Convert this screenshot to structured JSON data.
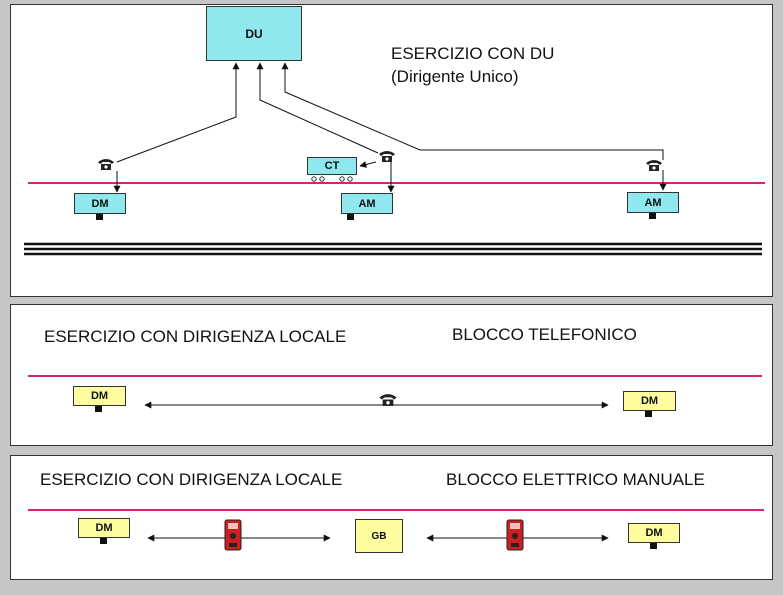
{
  "colors": {
    "background": "#c6c6c6",
    "panel": "#ffffff",
    "track": "#d8246f",
    "cyan_box": "#8ee8ee",
    "yellow_box": "#fdfda0",
    "red_device": "#cc2020"
  },
  "panel1": {
    "title": "ESERCIZIO CON DU",
    "subtitle": "(Dirigente Unico)",
    "du_label": "DU",
    "ct_label": "CT",
    "station_left": "DM",
    "station_mid": "AM",
    "station_right": "AM",
    "phone_icon": "telephone-icon"
  },
  "panel2": {
    "title_left": "ESERCIZIO CON DIRIGENZA LOCALE",
    "title_right": "BLOCCO TELEFONICO",
    "station_left": "DM",
    "station_right": "DM",
    "phone_icon": "telephone-icon"
  },
  "panel3": {
    "title_left": "ESERCIZIO CON DIRIGENZA LOCALE",
    "title_right": "BLOCCO ELETTRICO MANUALE",
    "station_left": "DM",
    "center_label": "GB",
    "station_right": "DM",
    "device_icon": "block-device-icon"
  }
}
